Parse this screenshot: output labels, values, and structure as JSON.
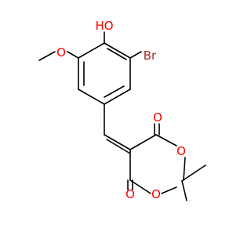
{
  "colors": {
    "background": "#ffffff",
    "bond": "#000000",
    "oxygen": "#ff0000",
    "bromine": "#a52a2a"
  },
  "molecule": {
    "atom_labels": {
      "hydroxyl": "HO",
      "bromine": "Br",
      "methoxy_oxygen": "O",
      "carbonyl_oxygen_top": "O",
      "carbonyl_oxygen_bottom": "O",
      "ring_oxygen_right": "O",
      "ring_oxygen_left": "O"
    }
  }
}
